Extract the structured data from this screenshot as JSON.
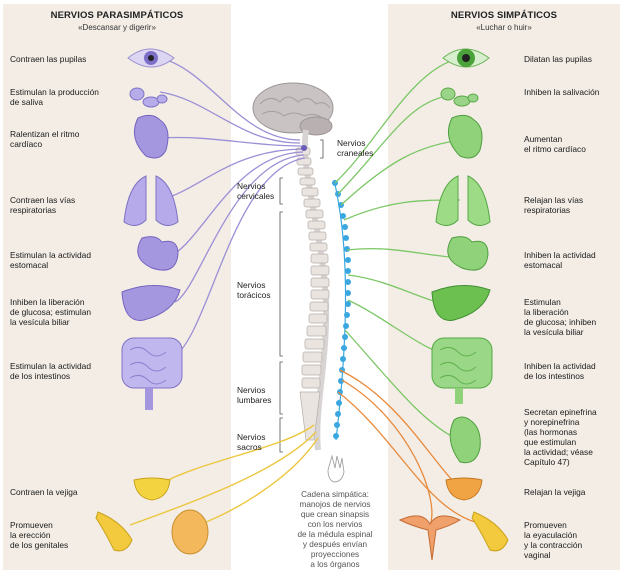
{
  "left_panel": {
    "title": "NERVIOS PARASIMPÁTICOS",
    "subtitle": "«Descansar y digerir»",
    "items": [
      {
        "line1": "Contraen las pupilas",
        "line2": "",
        "line3": ""
      },
      {
        "line1": "Estimulan la producción",
        "line2": "de saliva",
        "line3": ""
      },
      {
        "line1": "Ralentizan el ritmo",
        "line2": "cardíaco",
        "line3": ""
      },
      {
        "line1": "Contraen las vías",
        "line2": "respiratorias",
        "line3": ""
      },
      {
        "line1": "Estimulan la actividad",
        "line2": "estomacal",
        "line3": ""
      },
      {
        "line1": "Inhiben la liberación",
        "line2": "de glucosa; estimulan",
        "line3": "la vesícula biliar"
      },
      {
        "line1": "Estimulan la actividad",
        "line2": "de los intestinos",
        "line3": ""
      },
      {
        "line1": "Contraen la vejiga",
        "line2": "",
        "line3": ""
      },
      {
        "line1": "Promueven",
        "line2": "la erección",
        "line3": "de los genitales"
      }
    ]
  },
  "right_panel": {
    "title": "NERVIOS SIMPÁTICOS",
    "subtitle": "«Luchar o huir»",
    "items": [
      {
        "lines": [
          "Dilatan las pupilas"
        ]
      },
      {
        "lines": [
          "Inhiben la salivación"
        ]
      },
      {
        "lines": [
          "Aumentan",
          "el ritmo cardíaco"
        ]
      },
      {
        "lines": [
          "Relajan las vías",
          "respiratorias"
        ]
      },
      {
        "lines": [
          "Inhiben la actividad",
          "estomacal"
        ]
      },
      {
        "lines": [
          "Estimulan",
          "la liberación",
          "de glucosa; inhiben",
          "la vesícula biliar"
        ]
      },
      {
        "lines": [
          "Inhiben la actividad",
          "de los intestinos"
        ]
      },
      {
        "lines": [
          "Secretan epinefrina",
          "y norepinefrina",
          "(las hormonas",
          "que estimulan",
          "la actividad; véase",
          "Capítulo 47)"
        ]
      },
      {
        "lines": [
          "Relajan la vejiga"
        ]
      },
      {
        "lines": [
          "Promueven",
          "la eyaculación",
          "y la contracción",
          "vaginal"
        ]
      }
    ]
  },
  "center": {
    "cranial": [
      "Nervios",
      "craneales"
    ],
    "cervical": [
      "Nervios",
      "cervicales"
    ],
    "thoracic": [
      "Nervios",
      "torácicos"
    ],
    "lumbar": [
      "Nervios",
      "lumbares"
    ],
    "sacral": [
      "Nervios",
      "sacros"
    ],
    "chain_caption": [
      "Cadena simpática:",
      "manojos de nervios",
      "que crean sinapsis",
      "con los nervios",
      "de la médula espinal",
      "y después envían",
      "proyecciones",
      "a los órganos"
    ]
  },
  "colors": {
    "parasympathetic": "#8f7fd0",
    "sympathetic": "#58b84a",
    "lumbar": "#e88a3c",
    "sacral": "#e9c23c",
    "chain": "#3aa7e0",
    "panel_bg": "#f3ede6"
  }
}
